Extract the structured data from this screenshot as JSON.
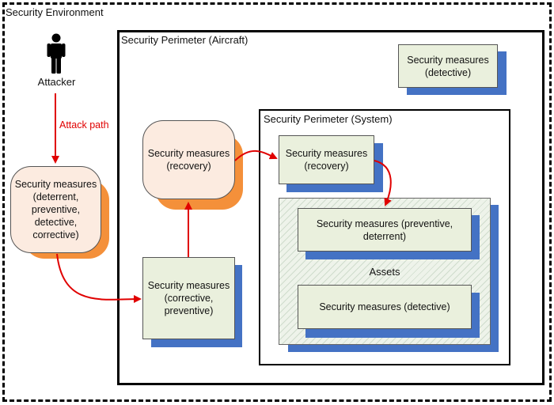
{
  "security_environment": {
    "label": "Security Environment"
  },
  "attacker": {
    "label": "Attacker",
    "icon": "person-icon"
  },
  "attack_path": {
    "label": "Attack path",
    "color": "#e00000"
  },
  "outer_measures": {
    "label": "Security measures (deterrent, preventive, detective, corrective)"
  },
  "aircraft_perimeter": {
    "label": "Security Perimeter (Aircraft)",
    "detective_box": "Security measures (detective)",
    "recovery_box": "Security measures (recovery)",
    "corrective_box": "Security measures (corrective, preventive)"
  },
  "system_perimeter": {
    "label": "Security Perimeter (System)",
    "recovery_box": "Security measures (recovery)",
    "assets": {
      "label": "Assets",
      "preventive_box": "Security measures (preventive, deterrent)",
      "detective_box": "Security measures (detective)"
    }
  },
  "colors": {
    "box_fill": "#eaf0dd",
    "box_shadow": "#4472c4",
    "rounded_fill": "#fcebe0",
    "rounded_shadow": "#f4903a",
    "arrow": "#e00000"
  }
}
